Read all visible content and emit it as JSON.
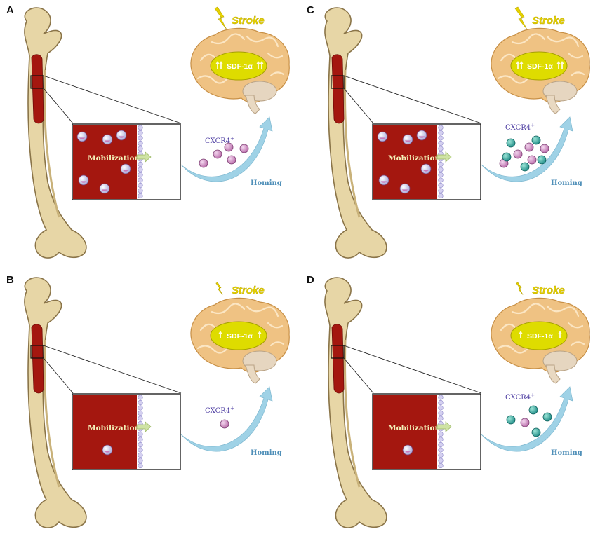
{
  "figure": {
    "labels": {
      "stroke": "Stroke",
      "sdf": "SDF-1α",
      "mobilization": "Mobilization",
      "cxcr4": "CXCR4",
      "cxcr4_sup": "+",
      "homing": "Homing"
    },
    "colors": {
      "marrow": "#a4170f",
      "bone": "#e7d6a6",
      "brain": "#efc283",
      "sdf_ellipse": "#dedc00",
      "cell_pink": "#b86aa8",
      "cell_teal": "#1e8b86",
      "arrow_blue": "#9fd2e6",
      "stroke_yellow": "#e6d200"
    },
    "panels": [
      {
        "id": "A",
        "letter": "A",
        "sdf_arrows": 2,
        "stroke_bolt": "large",
        "marrow_cells": 6,
        "pink_cells": 5,
        "teal_cells": 0
      },
      {
        "id": "B",
        "letter": "B",
        "sdf_arrows": 1,
        "stroke_bolt": "small",
        "marrow_cells": 1,
        "pink_cells": 1,
        "teal_cells": 0
      },
      {
        "id": "C",
        "letter": "C",
        "sdf_arrows": 2,
        "stroke_bolt": "large",
        "marrow_cells": 6,
        "pink_cells": 5,
        "teal_cells": 5
      },
      {
        "id": "D",
        "letter": "D",
        "sdf_arrows": 1,
        "stroke_bolt": "small",
        "marrow_cells": 1,
        "pink_cells": 1,
        "teal_cells": 4
      }
    ]
  }
}
